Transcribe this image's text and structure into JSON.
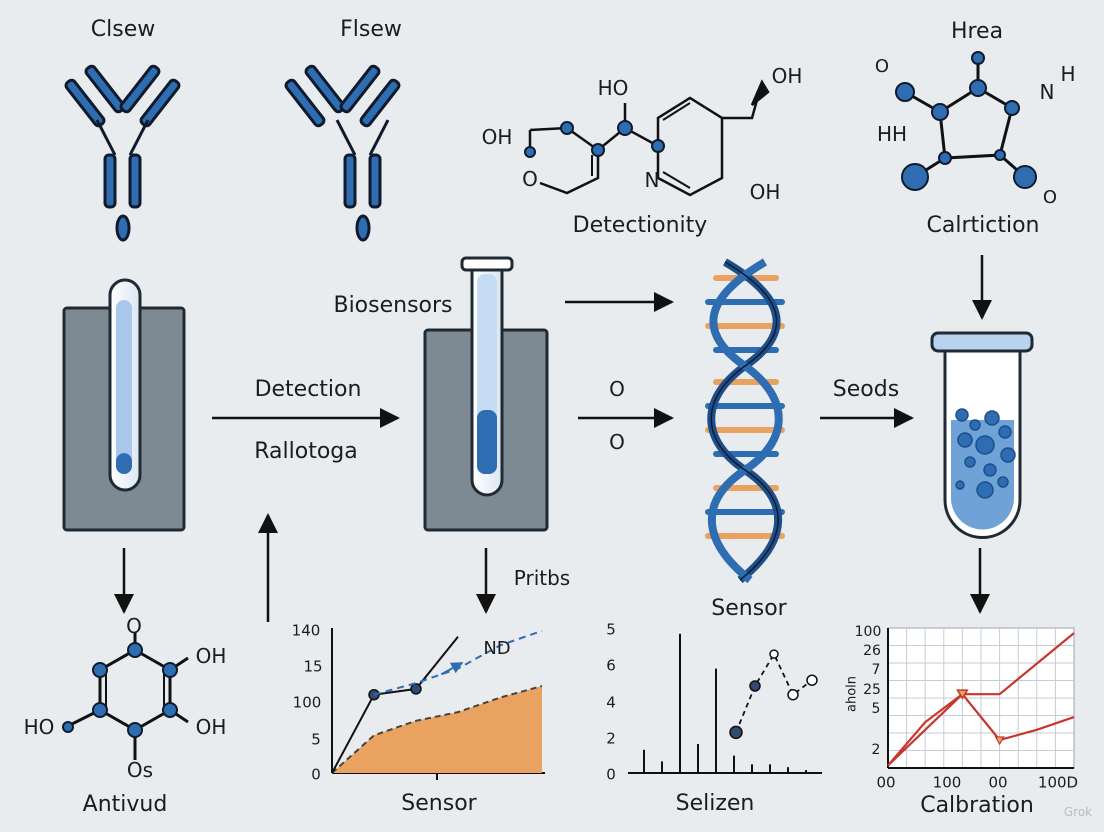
{
  "antibodies": {
    "left_label": "Clsew",
    "right_label": "Flsew"
  },
  "molecule_top": {
    "label": "Detectionity",
    "atoms": [
      "HO",
      "OH",
      "OH",
      "OH",
      "O",
      "N"
    ]
  },
  "molecule_topright": {
    "title": "Hrea",
    "label": "Calrtiction",
    "atoms": [
      "O",
      "H",
      "N",
      "HH",
      "O"
    ]
  },
  "left_tube": {
    "fill_level": 0.12
  },
  "middle_tube": {
    "label": "Biosensors",
    "fill_level": 0.32
  },
  "arrows": {
    "detection_label": "Detection",
    "rallotoga_label": "Rallotoga",
    "o_top": "O",
    "o_bottom": "O",
    "seods_label": "Seods",
    "pritbs_label": "Pritbs"
  },
  "dna": {
    "label": "Sensor"
  },
  "molecule_bottomleft": {
    "label": "Antivud",
    "atoms": [
      "O",
      "OH",
      "OH",
      "HO",
      "Os"
    ]
  },
  "colors": {
    "blue": "#2f6db3",
    "dark_blue": "#1d4f8c",
    "orange": "#e9a25f",
    "grey_block": "#7d8a93",
    "red_line": "#c8362d",
    "background": "#e9ecef"
  },
  "chart_sensor": {
    "y_ticks": [
      "140",
      "15",
      "100",
      "5",
      "0"
    ],
    "annotation": "ND",
    "xlabel": "Sensor"
  },
  "chart_selizen": {
    "y_ticks": [
      "5",
      "6",
      "4",
      "2",
      "0"
    ],
    "xlabel": "Selizen"
  },
  "chart_calibration": {
    "y_ticks": [
      "100",
      "26",
      "7",
      "25",
      "5",
      "2"
    ],
    "x_ticks": [
      "00",
      "100",
      "00",
      "100D"
    ],
    "ylabel": "aholn",
    "xlabel": "Calbration",
    "watermark": "Grok"
  },
  "chart_data": [
    {
      "type": "area",
      "xlabel": "Sensor",
      "y_tick_labels": [
        "140",
        "15",
        "100",
        "5",
        "0"
      ],
      "series": [
        {
          "style": "orange area",
          "x": [
            0,
            1,
            2,
            3,
            4,
            5
          ],
          "y": [
            0,
            1.3,
            1.8,
            2.1,
            2.6,
            3.0
          ]
        },
        {
          "style": "black line with points",
          "x": [
            0,
            1,
            2,
            3
          ],
          "y": [
            0,
            2.7,
            2.9,
            4.7
          ]
        },
        {
          "style": "blue dashed arrow",
          "x": [
            1,
            2,
            3,
            4,
            5
          ],
          "y": [
            2.7,
            3.1,
            3.6,
            4.4,
            4.9
          ]
        }
      ]
    },
    {
      "type": "bar",
      "xlabel": "Selizen",
      "y_tick_labels": [
        "5",
        "6",
        "4",
        "2",
        "0"
      ],
      "values": [
        0.8,
        0.4,
        4.8,
        1.0,
        3.6,
        0.6,
        0.3,
        0.3,
        0.2,
        0.1
      ],
      "series": [
        {
          "style": "dashed connected points",
          "x": [
            6,
            7,
            8,
            9,
            10
          ],
          "y": [
            1.4,
            3.0,
            4.1,
            2.7,
            3.2
          ]
        }
      ]
    },
    {
      "type": "line",
      "xlabel": "Calbration",
      "ylabel": "aholn",
      "y_tick_labels": [
        "100",
        "26",
        "7",
        "25",
        "5",
        "2"
      ],
      "x_tick_labels": [
        "00",
        "100",
        "00",
        "100D"
      ],
      "grid": true,
      "series": [
        {
          "style": "red line",
          "x": [
            0,
            1,
            2,
            3,
            4,
            5
          ],
          "y": [
            0.1,
            1.5,
            2.9,
            2.9,
            4.1,
            5.3
          ]
        },
        {
          "style": "red line with markers",
          "x": [
            0,
            1,
            2,
            3,
            4,
            5
          ],
          "y": [
            0.1,
            1.8,
            2.9,
            1.1,
            1.5,
            2.0
          ]
        }
      ]
    }
  ]
}
